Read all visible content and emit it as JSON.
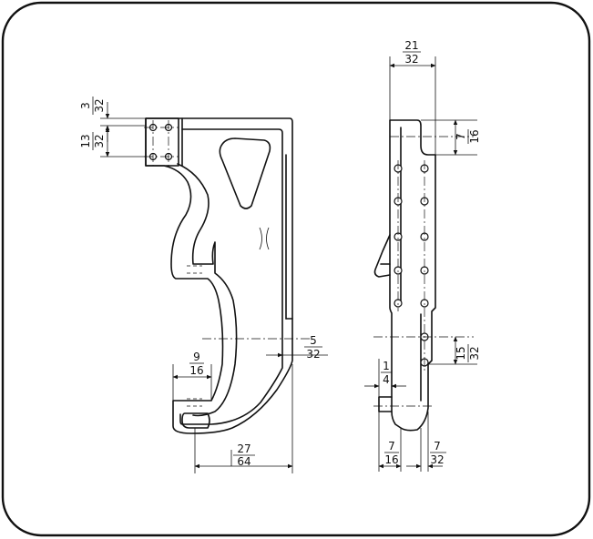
{
  "dimensions": {
    "d_3_32": {
      "num": "3",
      "den": "32"
    },
    "d_13_32": {
      "num": "13",
      "den": "32"
    },
    "d_9_16": {
      "num": "9",
      "den": "16"
    },
    "d_5_32": {
      "num": "5",
      "den": "32"
    },
    "d_27_64": {
      "num": "27",
      "den": "64"
    },
    "d_21_32": {
      "num": "21",
      "den": "32"
    },
    "d_7_16_top": {
      "num": "7",
      "den": "16"
    },
    "d_15_32": {
      "num": "15",
      "den": "32"
    },
    "d_1_4": {
      "num": "1",
      "den": "4"
    },
    "d_7_16_bottom": {
      "num": "7",
      "den": "16"
    },
    "d_7_32": {
      "num": "7",
      "den": "32"
    }
  },
  "colors": {
    "ink": "#111111",
    "paper": "#ffffff"
  }
}
